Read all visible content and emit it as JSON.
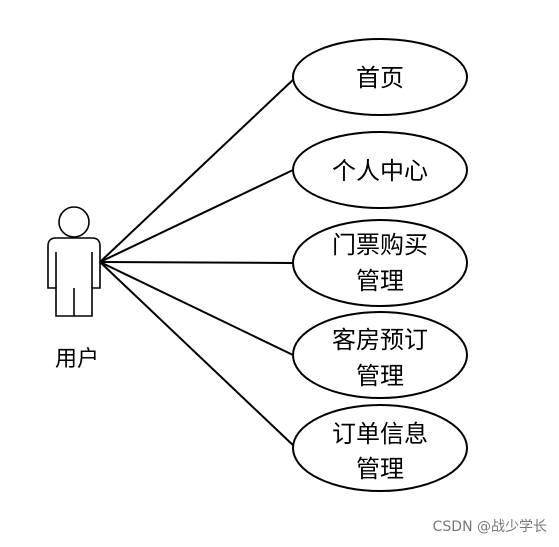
{
  "actor": {
    "label": "用户"
  },
  "use_cases": [
    {
      "lines": [
        "首页"
      ]
    },
    {
      "lines": [
        "个人中心"
      ]
    },
    {
      "lines": [
        "门票购买",
        "管理"
      ]
    },
    {
      "lines": [
        "客房预订",
        "管理"
      ]
    },
    {
      "lines": [
        "订单信息",
        "管理"
      ]
    }
  ],
  "watermark": "CSDN @战少学长"
}
